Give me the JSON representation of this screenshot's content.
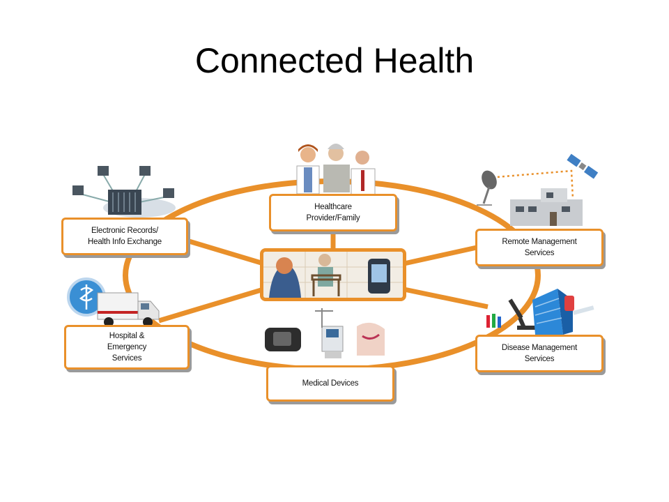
{
  "page": {
    "title": "Connected Health"
  },
  "diagram": {
    "center": {
      "icon": "patient-with-devices-icon"
    },
    "nodes": [
      {
        "id": "healthcare",
        "label": "Healthcare\nProvider/Family",
        "icon": "doctors-people-icon"
      },
      {
        "id": "records",
        "label": "Electronic Records/\nHealth Info Exchange",
        "icon": "server-network-icon"
      },
      {
        "id": "remote",
        "label": "Remote Management\nServices",
        "icon": "satellite-building-icon"
      },
      {
        "id": "hospital",
        "label": "Hospital &\nEmergency\nServices",
        "icon": "ambulance-caduceus-icon"
      },
      {
        "id": "disease",
        "label": "Disease Management\nServices",
        "icon": "lab-building-icon"
      },
      {
        "id": "devices",
        "label": "Medical Devices",
        "icon": "medical-equipment-icon"
      }
    ],
    "colors": {
      "accent": "#e9902a",
      "box_border": "#e9902a",
      "shadow": "#9a9a9a"
    }
  }
}
